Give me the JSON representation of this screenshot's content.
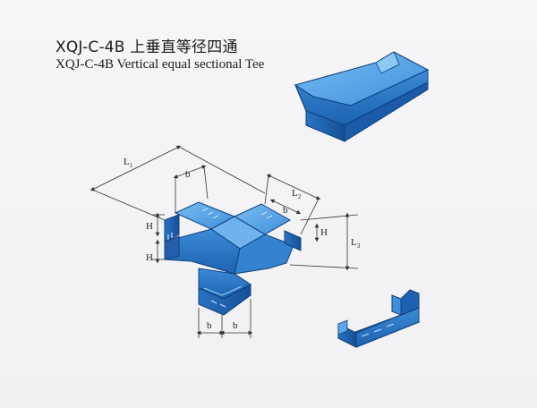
{
  "title": {
    "code_cn": "XQJ-C-4B 上垂直等径四通",
    "code_en": "XQJ-C-4B Vertical equal sectional Tee"
  },
  "dimensions": {
    "L1": "L",
    "L1_sub": "1",
    "L2": "L",
    "L2_sub": "2",
    "L3": "L",
    "L3_sub": "3",
    "b": "b",
    "H": "H"
  },
  "colors": {
    "part_top": "#5aa6e8",
    "part_mid": "#2f7fd0",
    "part_dark": "#1a5fae",
    "part_edge": "#0f3f7c",
    "dim_line": "#333333"
  },
  "parts": [
    "main-tee-fitting",
    "top-right-cover-piece",
    "bottom-right-connector-piece"
  ]
}
